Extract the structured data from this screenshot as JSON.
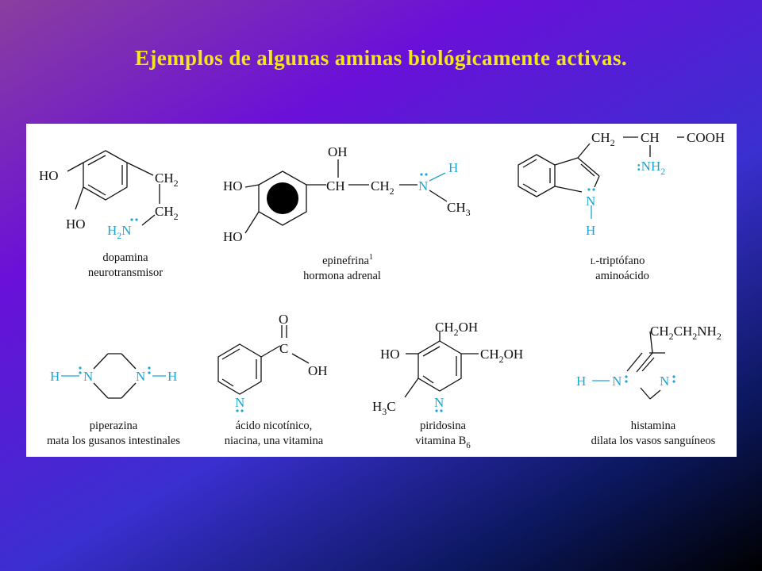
{
  "title": "Ejemplos de algunas aminas biológicamente activas.",
  "molecules": {
    "dopamine": {
      "name": "dopamina",
      "role": "neurotransmisor",
      "ho1": "HO",
      "ho2": "HO",
      "ch2a": "CH",
      "ch2b": "CH",
      "sub2": "2",
      "amine_h": "H",
      "amine_n": "N"
    },
    "epinephrine": {
      "name": "epinefrina",
      "sup": "1",
      "role": "hormona adrenal",
      "oh": "OH",
      "ho1": "HO",
      "ho2": "HO",
      "ch": "CH",
      "ch2": "CH",
      "sub2": "2",
      "n": "N",
      "h": "H",
      "ch3": "CH",
      "sub3": "3"
    },
    "tryptophan": {
      "prefix": "L",
      "name": "-triptófano",
      "role": "aminoácido",
      "ch2": "CH",
      "sub2": "2",
      "ch": "CH",
      "cooh": "COOH",
      "nh2": "NH",
      "n": "N",
      "h": "H"
    },
    "piperazine": {
      "name": "piperazina",
      "role": "mata los gusanos intestinales",
      "h": "H",
      "n": "N"
    },
    "nicotinic": {
      "name": "ácido nicotínico,",
      "role": "niacina, una vitamina",
      "o": "O",
      "c": "C",
      "oh": "OH",
      "n": "N"
    },
    "pyridoxine": {
      "name": "piridosina",
      "role": "vitamina B",
      "role_sub": "6",
      "ch2oh": "CH",
      "oh": "OH",
      "sub2": "2",
      "ho": "HO",
      "h3c_h": "H",
      "h3c_c": "C",
      "sub3": "3",
      "n": "N"
    },
    "histamine": {
      "name": "histamina",
      "role": "dilata los vasos sanguíneos",
      "chain_a": "CH",
      "chain_b": "CH",
      "chain_c": "NH",
      "sub2": "2",
      "h": "H",
      "n": "N"
    }
  }
}
